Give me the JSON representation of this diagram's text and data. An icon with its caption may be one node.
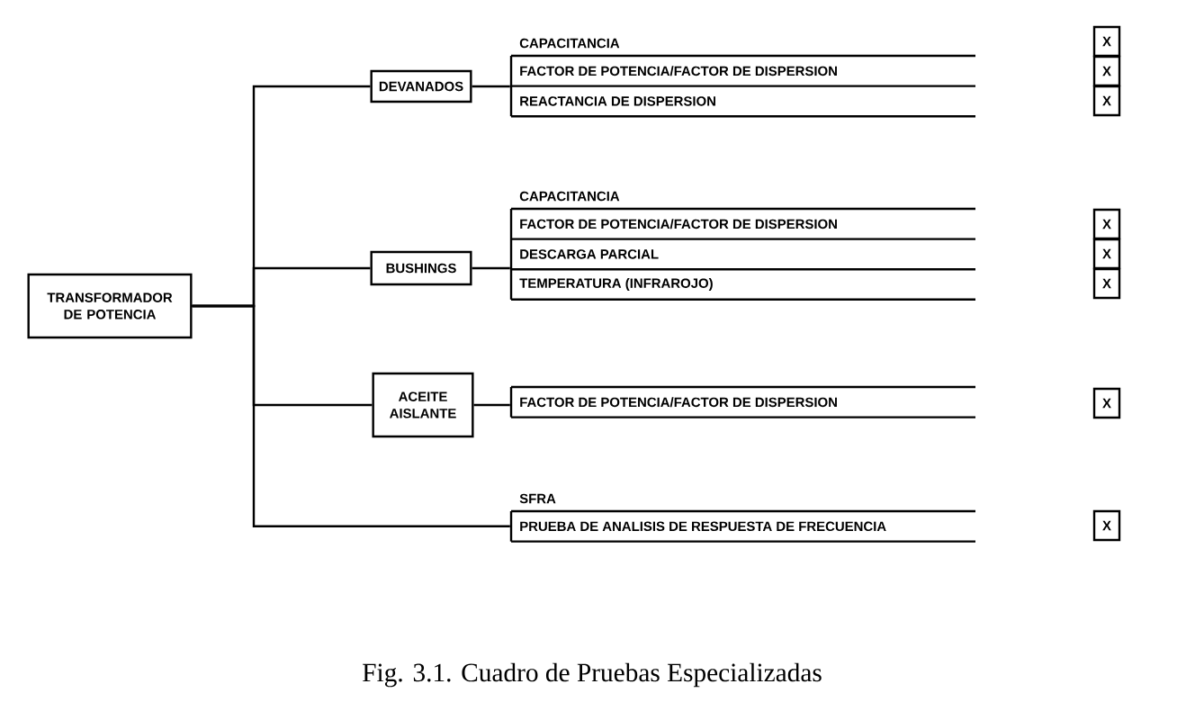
{
  "diagram": {
    "caption": "Fig. 3.1. Cuadro de Pruebas Especializadas",
    "nodes": [
      {
        "text": [
          "TRANSFORMADOR DE POTENCIA"
        ]
      },
      {
        "text": [
          "DEVANADOS"
        ]
      },
      {
        "text": [
          "BUSHINGS"
        ]
      },
      {
        "text": [
          "ACEITE AISLANTE"
        ]
      },
      {
        "text": [
          "CAPACITANCIA",
          "FACTOR DE POTENCIA/FACTOR DE DISPERSION",
          "REACTANCIA DE DISPERSION"
        ]
      },
      {
        "text": [
          "CAPACITANCIA",
          "FACTOR DE POTENCIA/FACTOR DE DISPERSION",
          "DESCARGA PARCIAL",
          "TEMPERATURA (INFRAROJO)"
        ]
      },
      {
        "text": [
          "FACTOR DE POTENCIA/FACTOR DE DISPERSION"
        ]
      },
      {
        "text": [
          "SFRA",
          "PRUEBA DE ANALISIS DE RESPUESTA DE FRECUENCIA"
        ]
      }
    ],
    "edges": [
      {
        "from": 0,
        "to": 1,
        "arrow": "none"
      },
      {
        "from": 0,
        "to": 2,
        "arrow": "none"
      },
      {
        "from": 0,
        "to": 3,
        "arrow": "none"
      },
      {
        "from": 0,
        "to": 7,
        "arrow": "none"
      },
      {
        "from": 1,
        "to": 4,
        "arrow": "none"
      },
      {
        "from": 2,
        "to": 5,
        "arrow": "none"
      },
      {
        "from": 3,
        "to": 6,
        "arrow": "none"
      }
    ],
    "labels": [
      "X",
      "X",
      "X",
      "X",
      "X",
      "X",
      "X",
      "X"
    ]
  }
}
